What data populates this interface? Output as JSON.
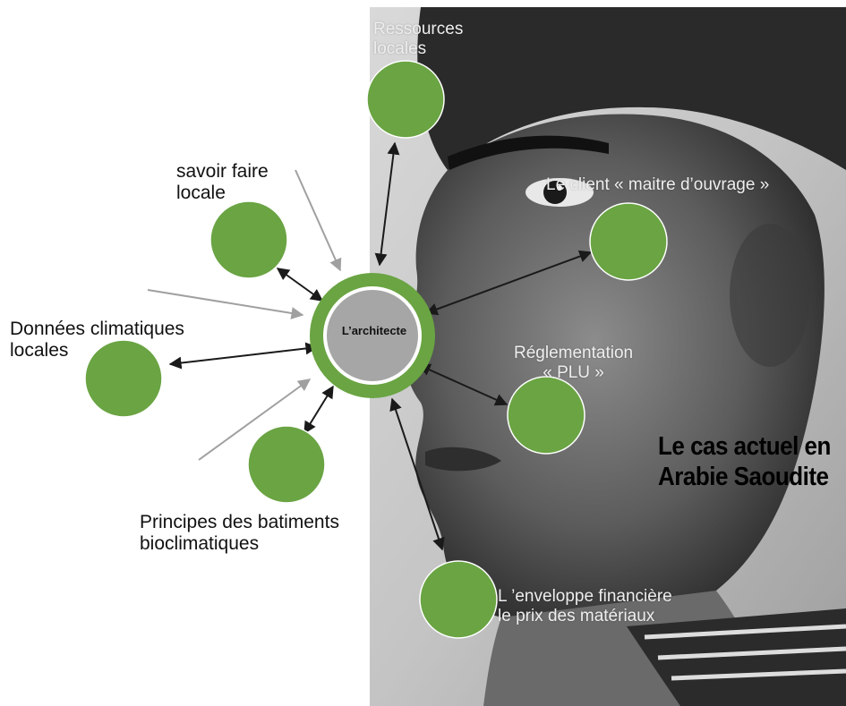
{
  "center": {
    "label": "L’architecte"
  },
  "labels": {
    "ressources": "Ressources\nlocales",
    "savoir_faire": "savoir faire\nlocale",
    "donnees": "Données climatiques\nlocales",
    "principes": "Principes des batiments\nbioclimatiques",
    "client": "Le client « maitre d’ouvrage »",
    "reglementation": "Réglementation\n« PLU »",
    "enveloppe": "L ’enveloppe financière\nle prix des matériaux"
  },
  "heading": {
    "line1": "Le cas actuel en",
    "line2": "Arabie Saoudite"
  },
  "colors": {
    "node_fill": "#6aa443",
    "center_ring": "#6aa443",
    "center_fill": "#a6a6a6",
    "arrow_dark": "#1a1a1a",
    "arrow_light": "#a0a0a0"
  }
}
